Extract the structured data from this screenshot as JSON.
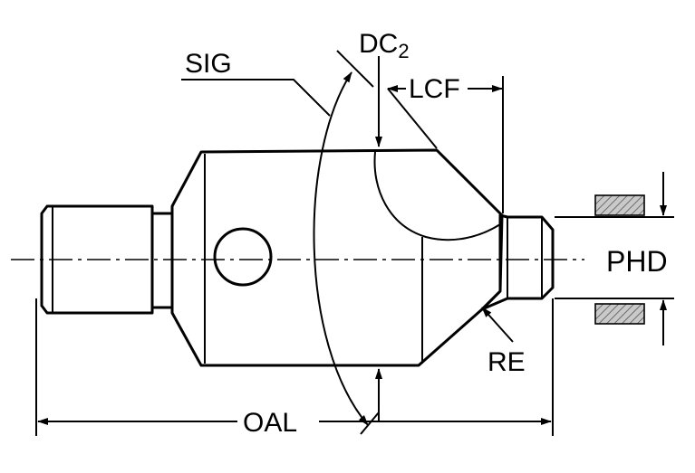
{
  "labels": {
    "sig": "SIG",
    "dc": "DC",
    "dc_sub": "2",
    "lcf": "LCF",
    "phd": "PHD",
    "re": "RE",
    "oal": "OAL"
  },
  "icons": [
    "arrowhead",
    "hatch-symbol"
  ],
  "colors": {
    "body_light": "#f2f2f2",
    "body_mid": "#b9b9b9",
    "body_dark": "#6a6a6a",
    "line": "#000000",
    "hatch": "#9a9a9a"
  }
}
